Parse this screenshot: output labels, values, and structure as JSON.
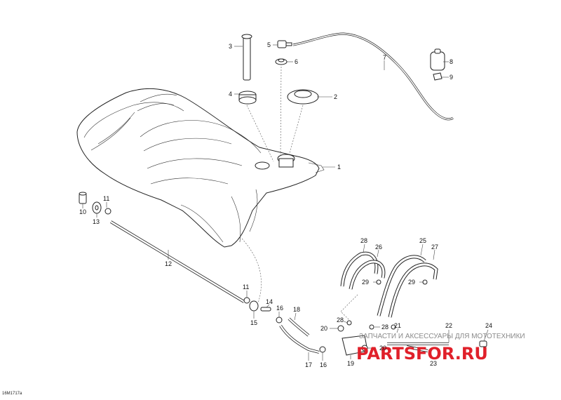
{
  "diagram": {
    "drawing_code": "16M1717a",
    "watermark": {
      "tagline": "ЗАПЧАСТИ И АКСЕССУАРЫ ДЛЯ МОТОТЕХНИКИ",
      "logo": "PARTSFOR.RU"
    },
    "callouts": {
      "c1": "1",
      "c2": "2",
      "c3": "3",
      "c4": "4",
      "c5": "5",
      "c6": "6",
      "c7": "7",
      "c8": "8",
      "c9": "9",
      "c10": "10",
      "c11a": "11",
      "c11b": "11",
      "c12": "12",
      "c13": "13",
      "c14": "14",
      "c15": "15",
      "c16a": "16",
      "c16b": "16",
      "c17": "17",
      "c18": "18",
      "c19": "19",
      "c20a": "20",
      "c20b": "20",
      "c21": "21",
      "c22": "22",
      "c23": "23",
      "c24": "24",
      "c25": "25",
      "c26": "26",
      "c27": "27",
      "c28a": "28",
      "c28b": "28",
      "c29a": "29",
      "c29b": "29"
    }
  }
}
